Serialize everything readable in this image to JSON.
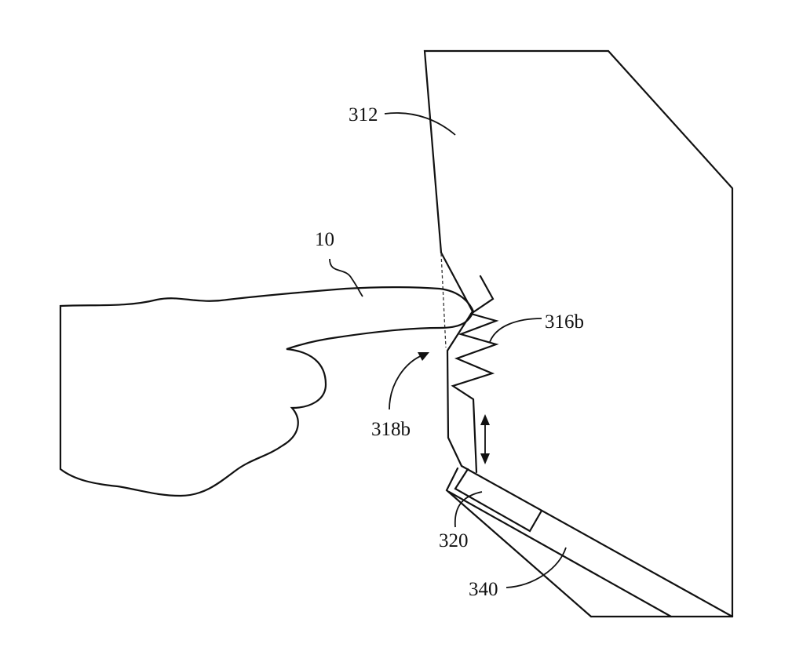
{
  "figure": {
    "labels": {
      "body": "312",
      "finger": "10",
      "spring": "316b",
      "gap": "318b",
      "hinge": "320",
      "base": "340"
    }
  }
}
